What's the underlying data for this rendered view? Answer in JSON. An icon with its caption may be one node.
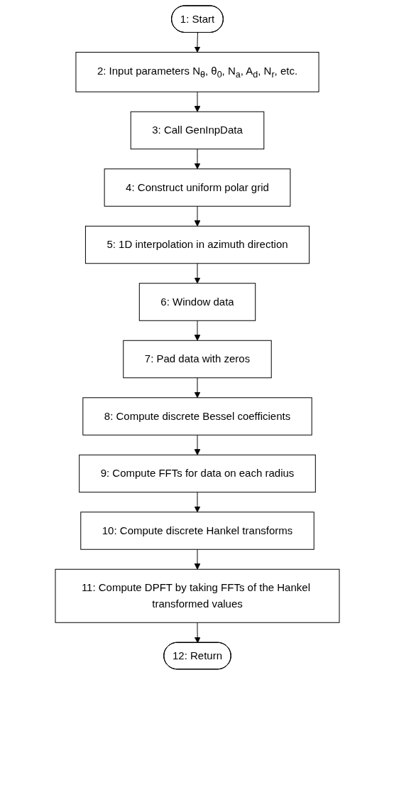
{
  "diagram": {
    "nodes": [
      {
        "text": [
          "1: Start"
        ]
      },
      {
        "text": [
          "2: Input parameters N$_{θ}$, θ$_{0}$, N$_{a}$, A$_{d}$, N$_{r}$, etc."
        ]
      },
      {
        "text": [
          "3: Call GenInpData"
        ]
      },
      {
        "text": [
          "4: Construct uniform polar grid"
        ]
      },
      {
        "text": [
          "5: 1D interpolation in azimuth direction"
        ]
      },
      {
        "text": [
          "6: Window data"
        ]
      },
      {
        "text": [
          "7: Pad data with zeros"
        ]
      },
      {
        "text": [
          "8: Compute discrete Bessel coefficients"
        ]
      },
      {
        "text": [
          "9: Compute FFTs for data on each radius"
        ]
      },
      {
        "text": [
          "10: Compute discrete Hankel transforms"
        ]
      },
      {
        "text": [
          "11: Compute DPFT by taking FFTs of the Hankel transformed values"
        ]
      },
      {
        "text": [
          "12: Return"
        ]
      }
    ],
    "edges": [
      {
        "from": 0,
        "to": 1,
        "arrow": "to"
      },
      {
        "from": 1,
        "to": 2,
        "arrow": "to"
      },
      {
        "from": 2,
        "to": 3,
        "arrow": "to"
      },
      {
        "from": 3,
        "to": 4,
        "arrow": "to"
      },
      {
        "from": 4,
        "to": 5,
        "arrow": "to"
      },
      {
        "from": 5,
        "to": 6,
        "arrow": "to"
      },
      {
        "from": 6,
        "to": 7,
        "arrow": "to"
      },
      {
        "from": 7,
        "to": 8,
        "arrow": "to"
      },
      {
        "from": 8,
        "to": 9,
        "arrow": "to"
      },
      {
        "from": 9,
        "to": 10,
        "arrow": "to"
      },
      {
        "from": 10,
        "to": 11,
        "arrow": "to"
      }
    ]
  }
}
